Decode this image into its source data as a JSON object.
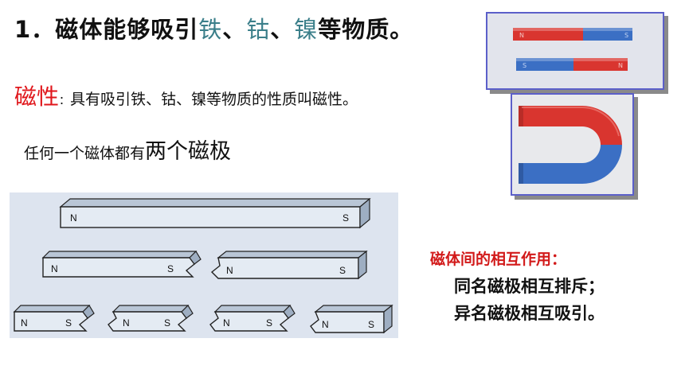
{
  "title": {
    "number": "1．",
    "prefix": "磁体能够吸引",
    "iron": "铁",
    "sep1": "、",
    "cobalt": "钴",
    "sep2": "、",
    "nickel": "镍",
    "suffix": "等物质。"
  },
  "definition": {
    "term": "磁性",
    "colon": "：",
    "text": "具有吸引铁、钴、镍等物质的性质叫磁性。"
  },
  "poles": {
    "text": "任何一个磁体都有",
    "emphasis": "两个磁极"
  },
  "magnet_labels": {
    "north": "N",
    "south": "S"
  },
  "interaction": {
    "heading": "磁体间的相互作用：",
    "rule1": "同名磁极相互排斥；",
    "rule2": "异名磁极相互吸引。"
  },
  "colors": {
    "title_text": "#111111",
    "metal_highlight": "#3b7f8a",
    "term_red": "#e0161b",
    "magnet_red": "#d9352f",
    "magnet_blue": "#3b6fc4",
    "frame_blue": "#5b5fc9"
  }
}
